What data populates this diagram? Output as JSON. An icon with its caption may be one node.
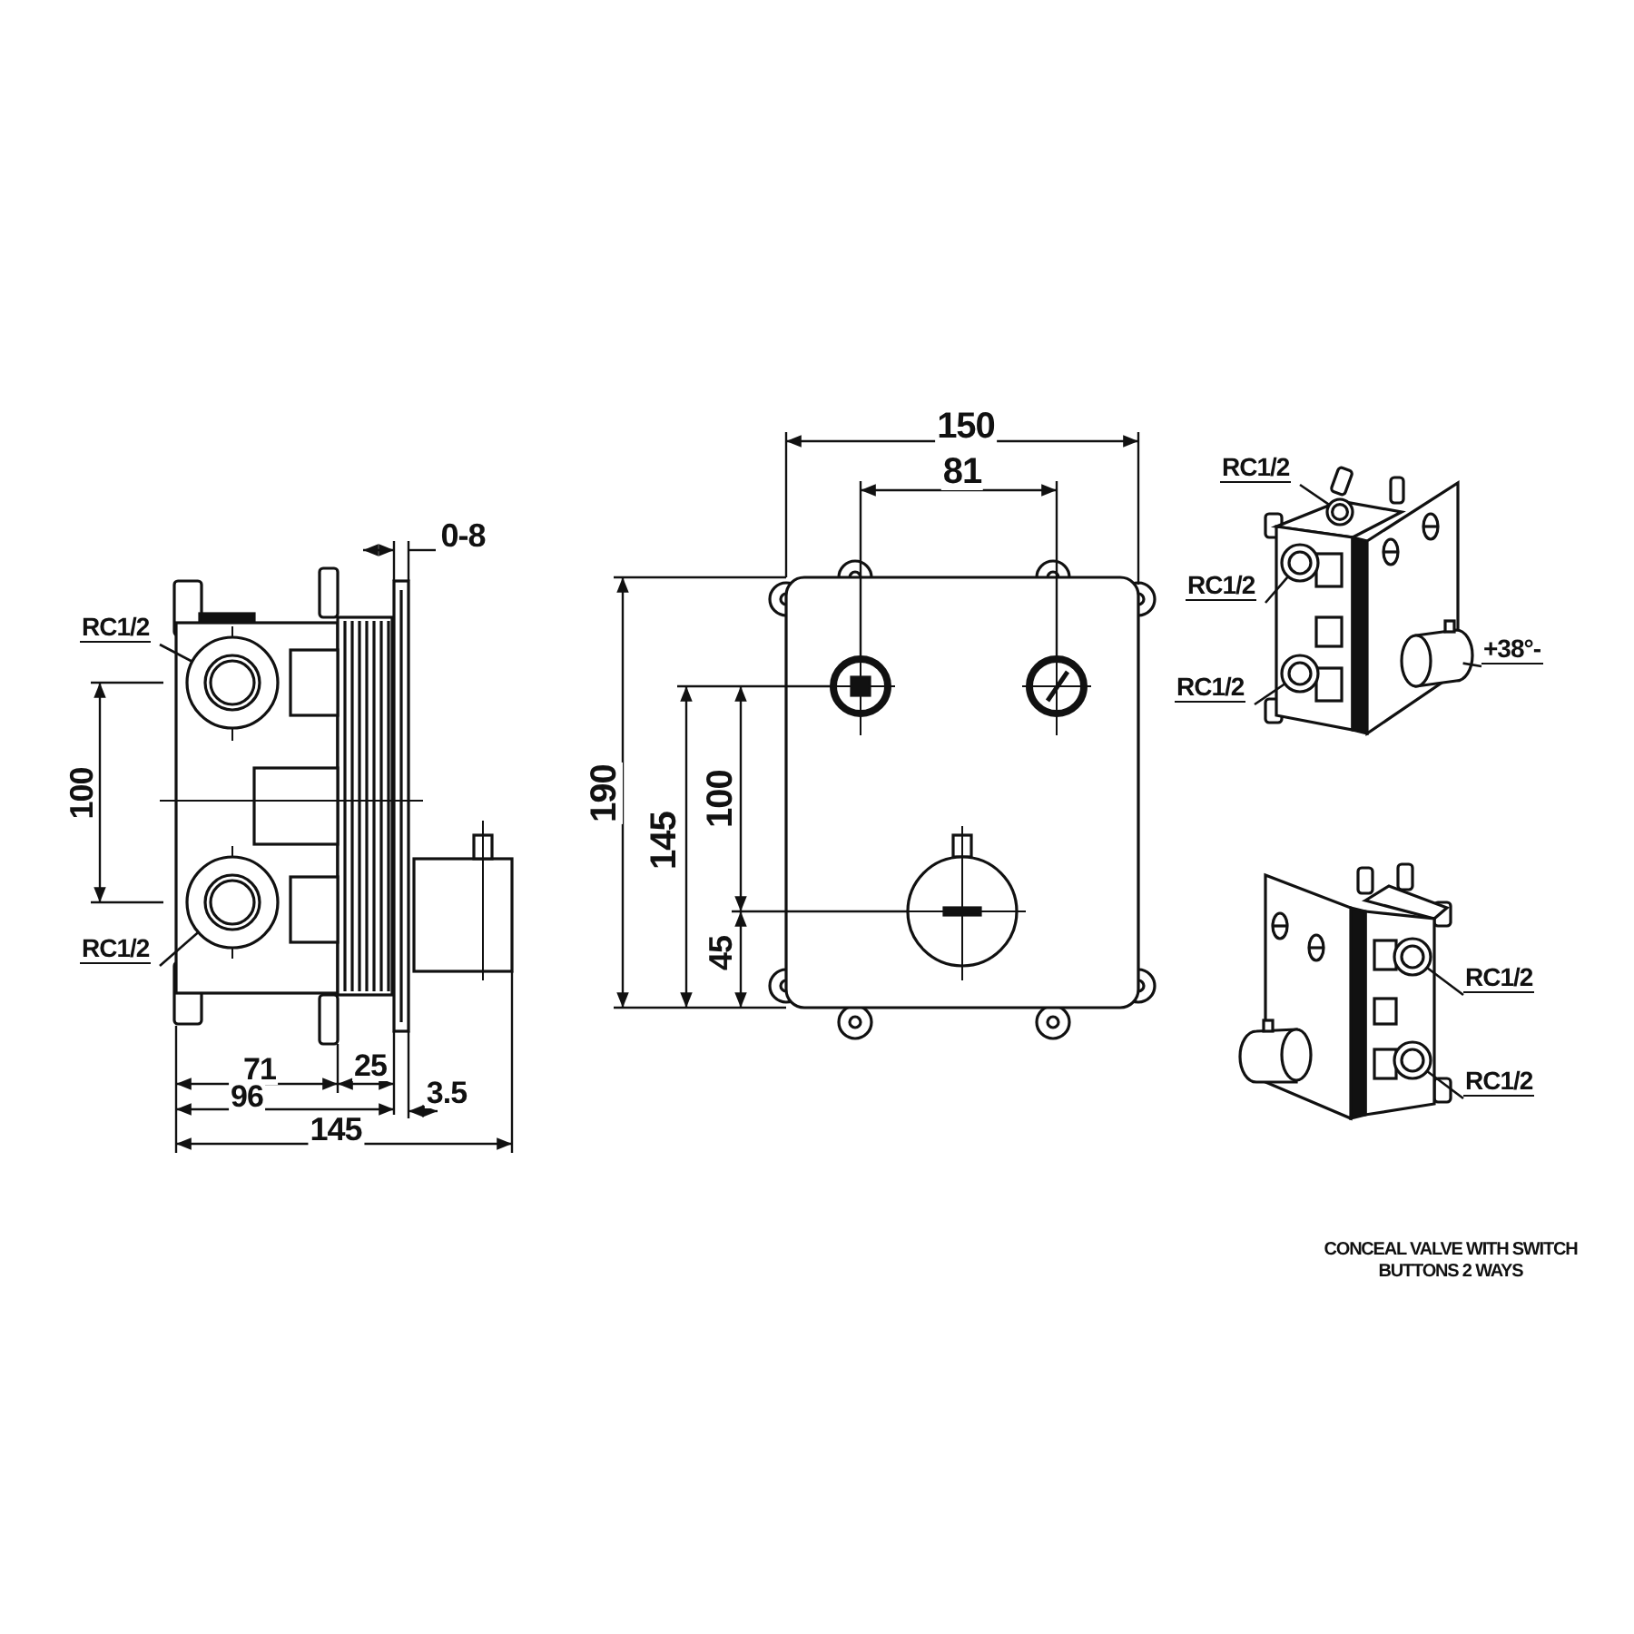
{
  "diagram": {
    "caption": "CONCEAL VALVE WITH SWITCH BUTTONS 2 WAYS",
    "nodes": [
      {
        "text": [
          "RC1/2"
        ]
      },
      {
        "text": [
          "RC1/2"
        ]
      },
      {
        "text": [
          "RC1/2"
        ]
      },
      {
        "text": [
          "RC1/2"
        ]
      },
      {
        "text": [
          "+38°-"
        ]
      },
      {
        "text": [
          "RC1/2"
        ]
      },
      {
        "text": [
          "RC1/2"
        ]
      },
      {
        "text": [
          "RC1/2"
        ]
      },
      {
        "text": [],
        "shape": "circle"
      },
      {
        "text": [],
        "shape": "circle"
      },
      {
        "text": [],
        "shape": "circle"
      },
      {
        "text": [],
        "shape": "circle"
      },
      {
        "text": [],
        "shape": "cylinder"
      },
      {
        "text": [],
        "shape": "circle"
      },
      {
        "text": [],
        "shape": "circle"
      },
      {
        "text": [],
        "shape": "circle"
      }
    ],
    "edges": [
      {
        "from": 0,
        "to": 8,
        "arrow": "none"
      },
      {
        "from": 1,
        "to": 9,
        "arrow": "none"
      },
      {
        "from": 2,
        "to": 10,
        "arrow": "none"
      },
      {
        "from": 3,
        "to": 11,
        "arrow": "none"
      },
      {
        "from": 4,
        "to": 12,
        "arrow": "none"
      },
      {
        "from": 5,
        "to": 13,
        "arrow": "none"
      },
      {
        "from": 6,
        "to": 14,
        "arrow": "none"
      },
      {
        "from": 7,
        "to": 15,
        "arrow": "none"
      }
    ],
    "labels": [
      "0-8",
      "100",
      "71",
      "25",
      "96",
      "3.5",
      "145",
      "150",
      "81",
      "190",
      "145",
      "100",
      "45"
    ]
  }
}
